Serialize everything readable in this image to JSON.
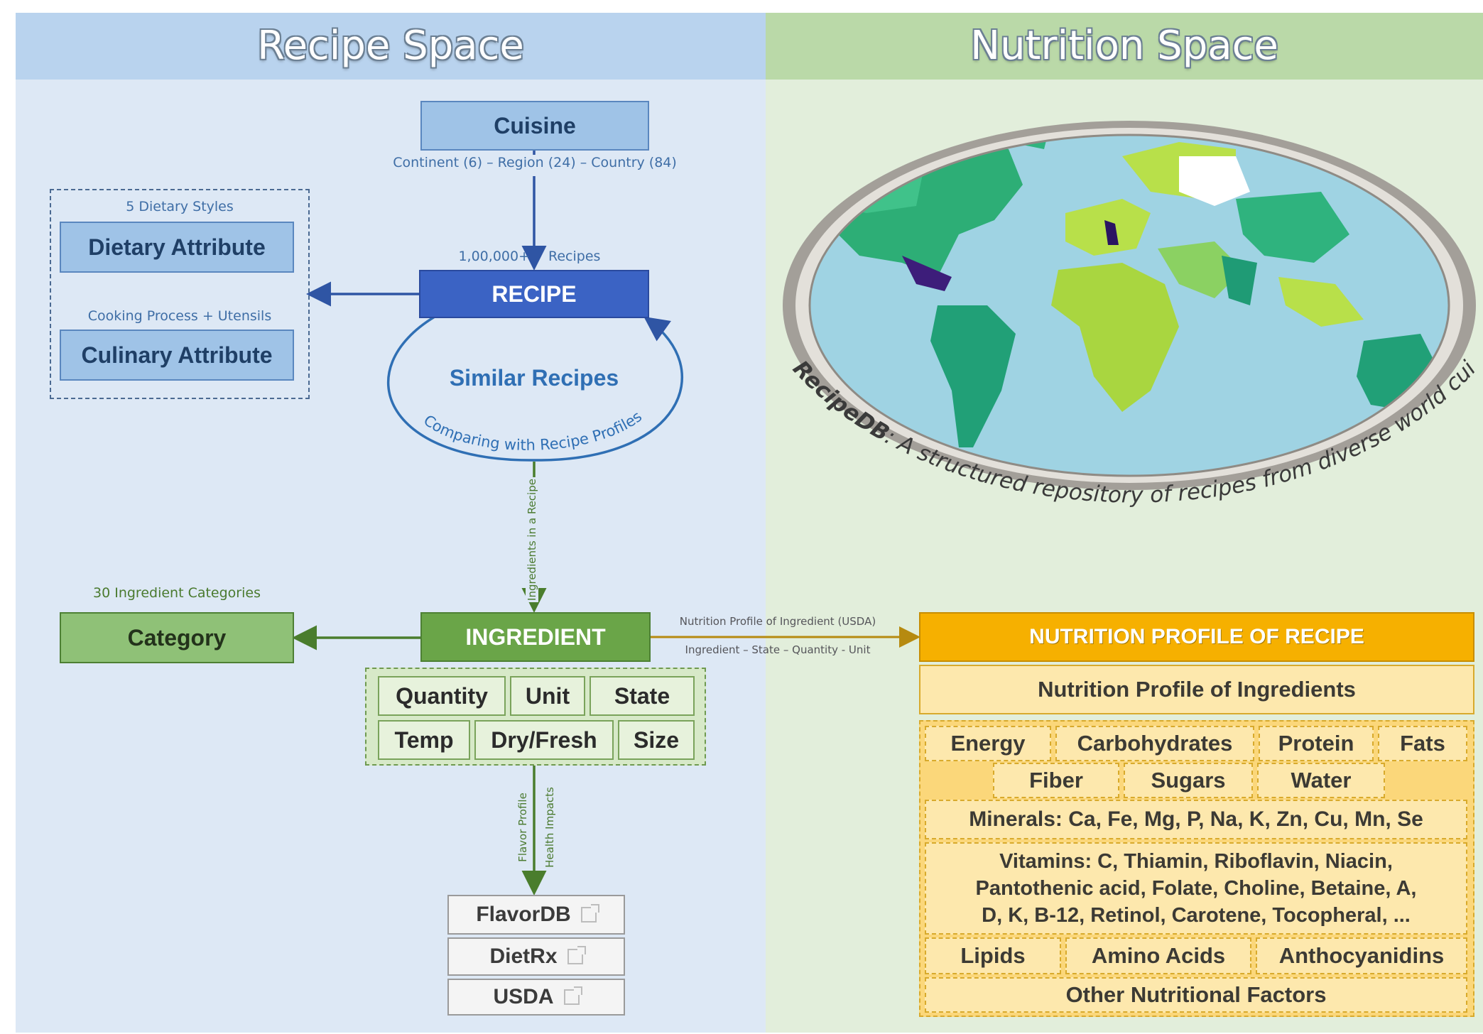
{
  "headers": {
    "recipe_space": "Recipe Space",
    "nutrition_space": "Nutrition Space"
  },
  "cuisine": {
    "title": "Cuisine",
    "sublabel": "Continent (6) – Region (24) – Country (84)"
  },
  "dietary": {
    "label": "5 Dietary Styles",
    "title": "Dietary Attribute"
  },
  "culinary": {
    "label": "Cooking Process + Utensils",
    "title": "Culinary Attribute"
  },
  "recipe": {
    "count_label": "1,00,000+",
    "recipes_label": "Recipes",
    "title": "RECIPE"
  },
  "similar": {
    "title": "Similar Recipes",
    "arc_label": "Comparing with Recipe Profiles"
  },
  "ingredients_in_recipe": "Ingredients in a Recipe",
  "category": {
    "label": "30 Ingredient Categories",
    "title": "Category"
  },
  "ingredient": {
    "title": "INGREDIENT",
    "attributes_row1": [
      "Quantity",
      "Unit",
      "State"
    ],
    "attributes_row2": [
      "Temp",
      "Dry/Fresh",
      "Size"
    ]
  },
  "links": {
    "nutrition_profile": "Nutrition Profile of Ingredient (USDA)",
    "ingredient_state": "Ingredient – State – Quantity - Unit",
    "flavor_profile": "Flavor Profile",
    "health_impacts": "Health Impacts"
  },
  "databases": [
    "FlavorDB",
    "DietRx",
    "USDA"
  ],
  "map": {
    "caption_bold": "RecipeDB",
    "caption_rest": ": A structured repository of recipes from diverse world cuisines"
  },
  "nutrition": {
    "title": "NUTRITION PROFILE OF RECIPE",
    "subtitle": "Nutrition Profile of Ingredients",
    "row1": [
      "Energy",
      "Carbohydrates",
      "Protein",
      "Fats"
    ],
    "row2": [
      "Fiber",
      "Sugars",
      "Water"
    ],
    "minerals": "Minerals: Ca, Fe, Mg, P, Na, K, Zn, Cu, Mn, Se",
    "vitamins_line1": "Vitamins: C, Thiamin, Riboflavin, Niacin,",
    "vitamins_line2": "Pantothenic acid, Folate, Choline, Betaine, A,",
    "vitamins_line3": "D, K, B-12, Retinol, Carotene, Tocopheral, ...",
    "row5": [
      "Lipids",
      "Amino Acids",
      "Anthocyanidins"
    ],
    "other": "Other Nutritional Factors"
  },
  "colors": {
    "recipe_blue": "#3b63c4",
    "ingredient_green": "#6aa548",
    "nutrition_orange": "#f6b000"
  }
}
